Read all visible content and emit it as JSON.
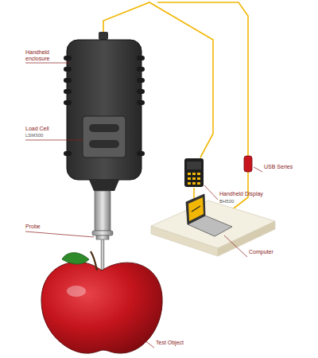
{
  "diagram": {
    "labels": [
      "Handheld enclosure",
      "Load Cell",
      "LSM300",
      "Probe",
      "Test Object",
      "USB Series",
      "Handheld Display",
      "BH500",
      "Computer"
    ]
  }
}
